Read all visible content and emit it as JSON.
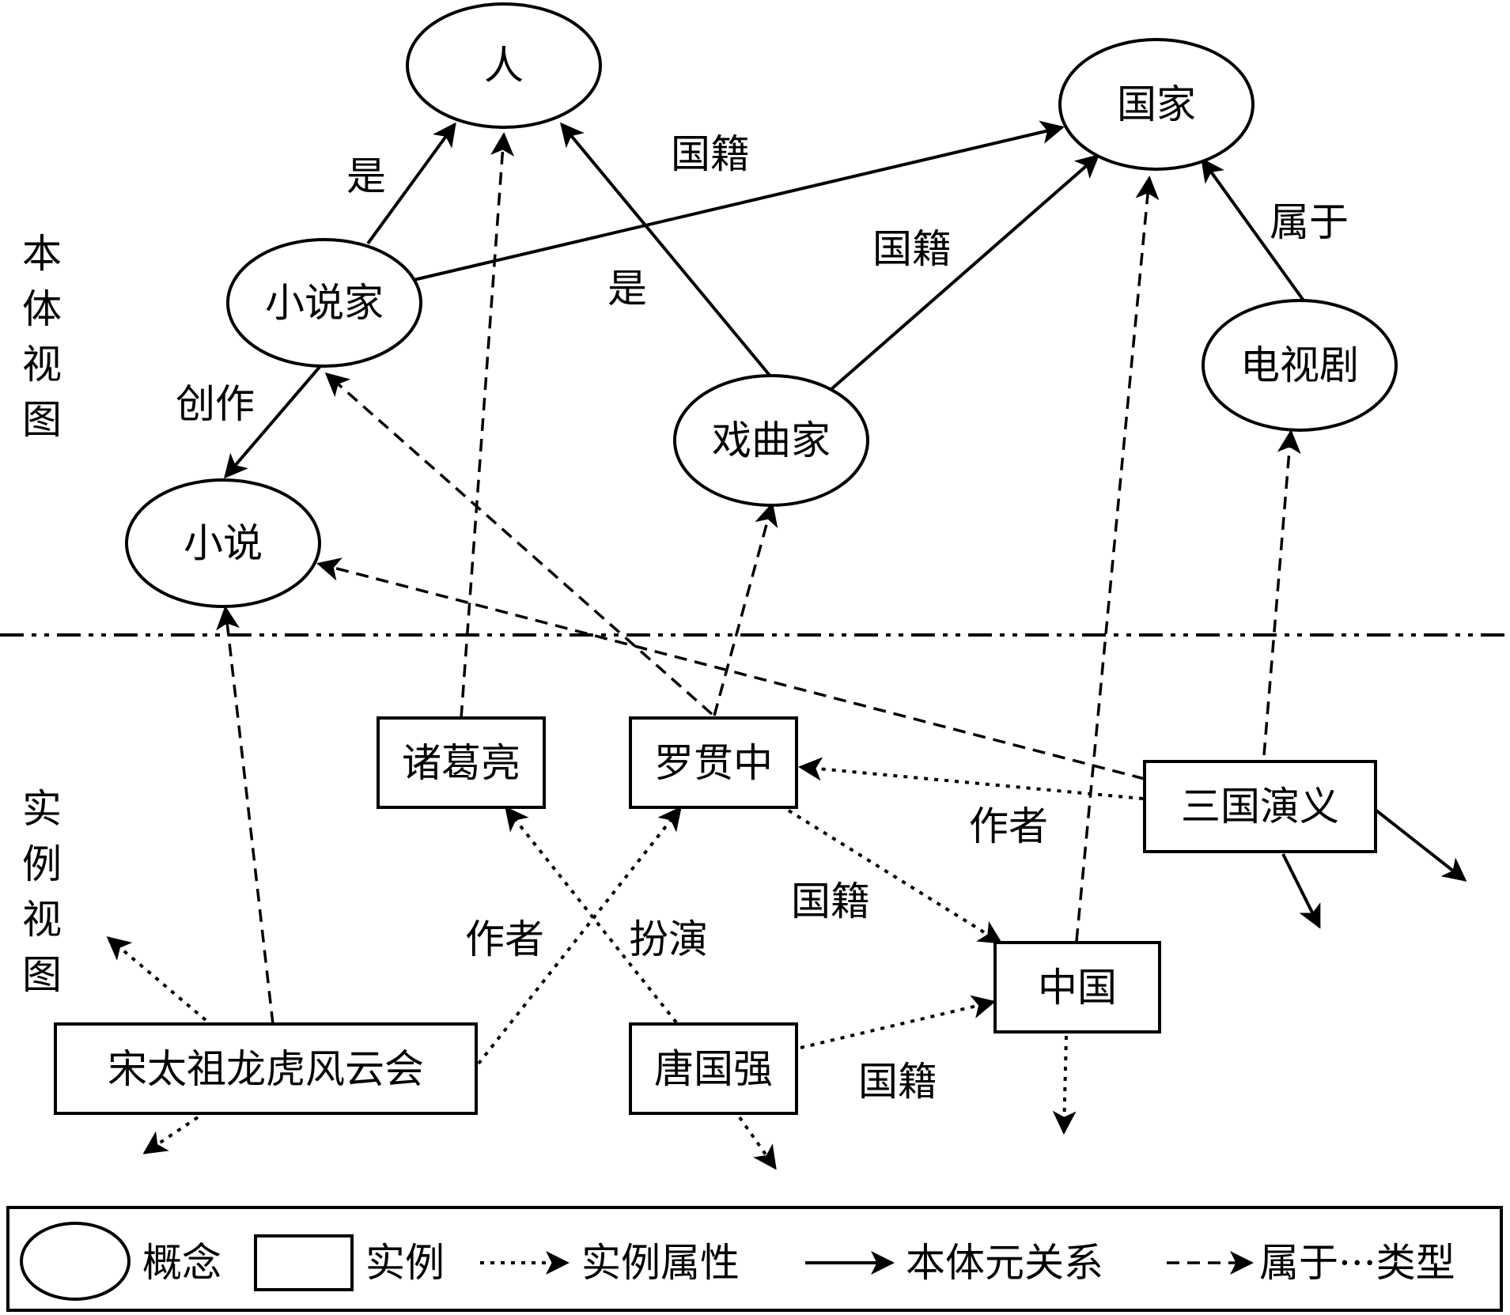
{
  "sections": {
    "ontology_view": "本体视图",
    "instance_view": "实例视图"
  },
  "concepts": {
    "ren": "人",
    "guojia": "国家",
    "xiaoshuojia": "小说家",
    "xiquijia": "戏曲家",
    "dianshiju": "电视剧",
    "xiaoshuo": "小说"
  },
  "instances": {
    "zhugeliang": "诸葛亮",
    "luoguanzhong": "罗贯中",
    "sanguoyanyi": "三国演义",
    "zhongguo": "中国",
    "songtaizu": "宋太祖龙虎风云会",
    "tangguoqiang": "唐国强"
  },
  "edge_labels": {
    "shi_1": "是",
    "guoji_1": "国籍",
    "guoji_2": "国籍",
    "shi_2": "是",
    "shuyu": "属于",
    "chuangzuo": "创作",
    "zuozhe_1": "作者",
    "guoji_3": "国籍",
    "zuozhe_2": "作者",
    "banyan": "扮演",
    "guoji_4": "国籍"
  },
  "legend": {
    "concept": "概念",
    "instance": "实例",
    "instance_attribute": "实例属性",
    "ontology_meta_relation": "本体元关系",
    "belongs_type": "属于···类型"
  }
}
